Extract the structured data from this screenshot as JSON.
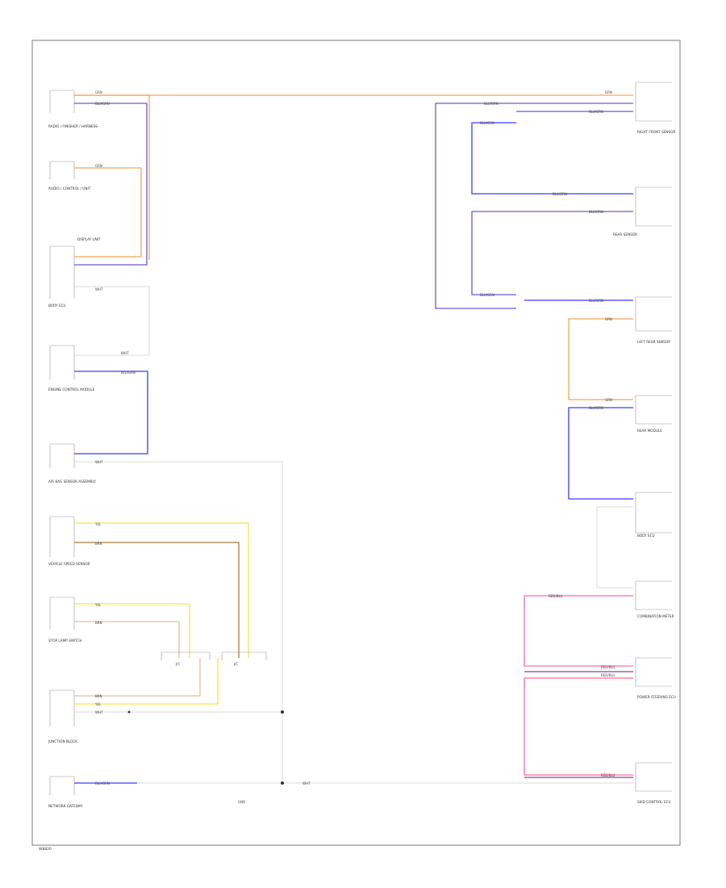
{
  "footer_code": "W8820",
  "components": {
    "radio_harness": "RADIO / FINISHER / HARNESS",
    "audio_control": "AUDIO / CONTROL / UNIT",
    "display_unit": "DISPLAY UNIT",
    "body_ecu": "BODY ECU",
    "engine_control": "ENGINE CONTROL MODULE",
    "air_bag_sensor": "AIR BAG SENSOR ASSEMBLY",
    "vehicle_speed": "VEHICLE SPEED SENSOR",
    "stop_lamp_switch": "STOP LAMP SWITCH",
    "junction_block": "JUNCTION BLOCK",
    "network_gateway": "NETWORK GATEWAY",
    "right_front_sensor": "RIGHT FRONT SENSOR",
    "rear_sensor": "REAR SENSOR",
    "left_rear_sensor": "LEFT REAR SENSOR",
    "rear_module": "REAR MODULE",
    "body_ecu_right": "BODY ECU",
    "combination_meter": "COMBINATION METER",
    "power_steering": "POWER STEERING ECU",
    "skid_control": "SKID CONTROL ECU"
  },
  "wire_labels": {
    "grn": "GRN",
    "blu_grn": "BLU/GRN",
    "wht": "WHT",
    "yel": "YEL",
    "brn": "BRN",
    "red_blu": "RED/BLU"
  },
  "splices": {
    "s1": "J/C",
    "s2": "J/C",
    "s3": "GND"
  },
  "colors": {
    "orange": "#f5a55a",
    "blue": "#3b3bff",
    "purple": "#6a3d9a",
    "yellow": "#f5e642",
    "tan": "#a67c3a",
    "pink": "#ff6a9a",
    "gray": "#bfbfbf"
  }
}
